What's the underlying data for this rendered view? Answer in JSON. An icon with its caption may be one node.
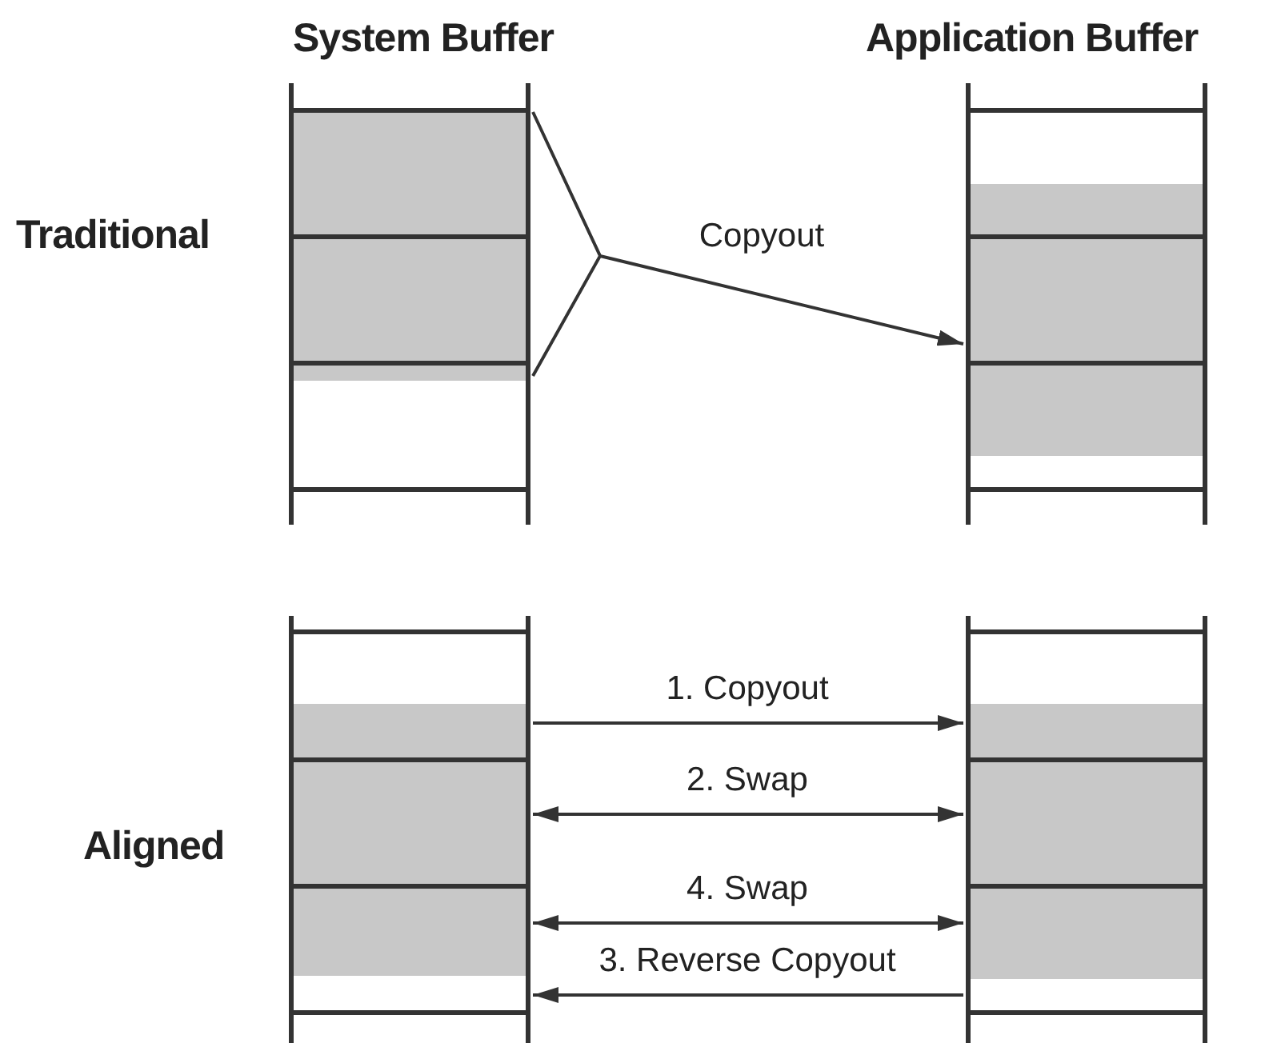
{
  "diagram": {
    "nodes": [
      {
        "text": [],
        "shape": "box"
      },
      {
        "text": [],
        "shape": "box"
      },
      {
        "text": [],
        "shape": "box"
      },
      {
        "text": [],
        "shape": "box"
      }
    ],
    "edges": [
      {
        "from": 0,
        "to": 1,
        "arrow": "to",
        "label": "Copyout"
      },
      {
        "from": 2,
        "to": 3,
        "arrow": "to",
        "label": "1. Copyout"
      },
      {
        "from": 2,
        "to": 3,
        "arrow": "both",
        "label": "2. Swap"
      },
      {
        "from": 2,
        "to": 3,
        "arrow": "both",
        "label": "4. Swap"
      },
      {
        "from": 3,
        "to": 2,
        "arrow": "to",
        "label": "3. Reverse Copyout"
      }
    ],
    "labels": [
      "System Buffer",
      "Application Buffer",
      "Traditional",
      "Aligned"
    ]
  }
}
